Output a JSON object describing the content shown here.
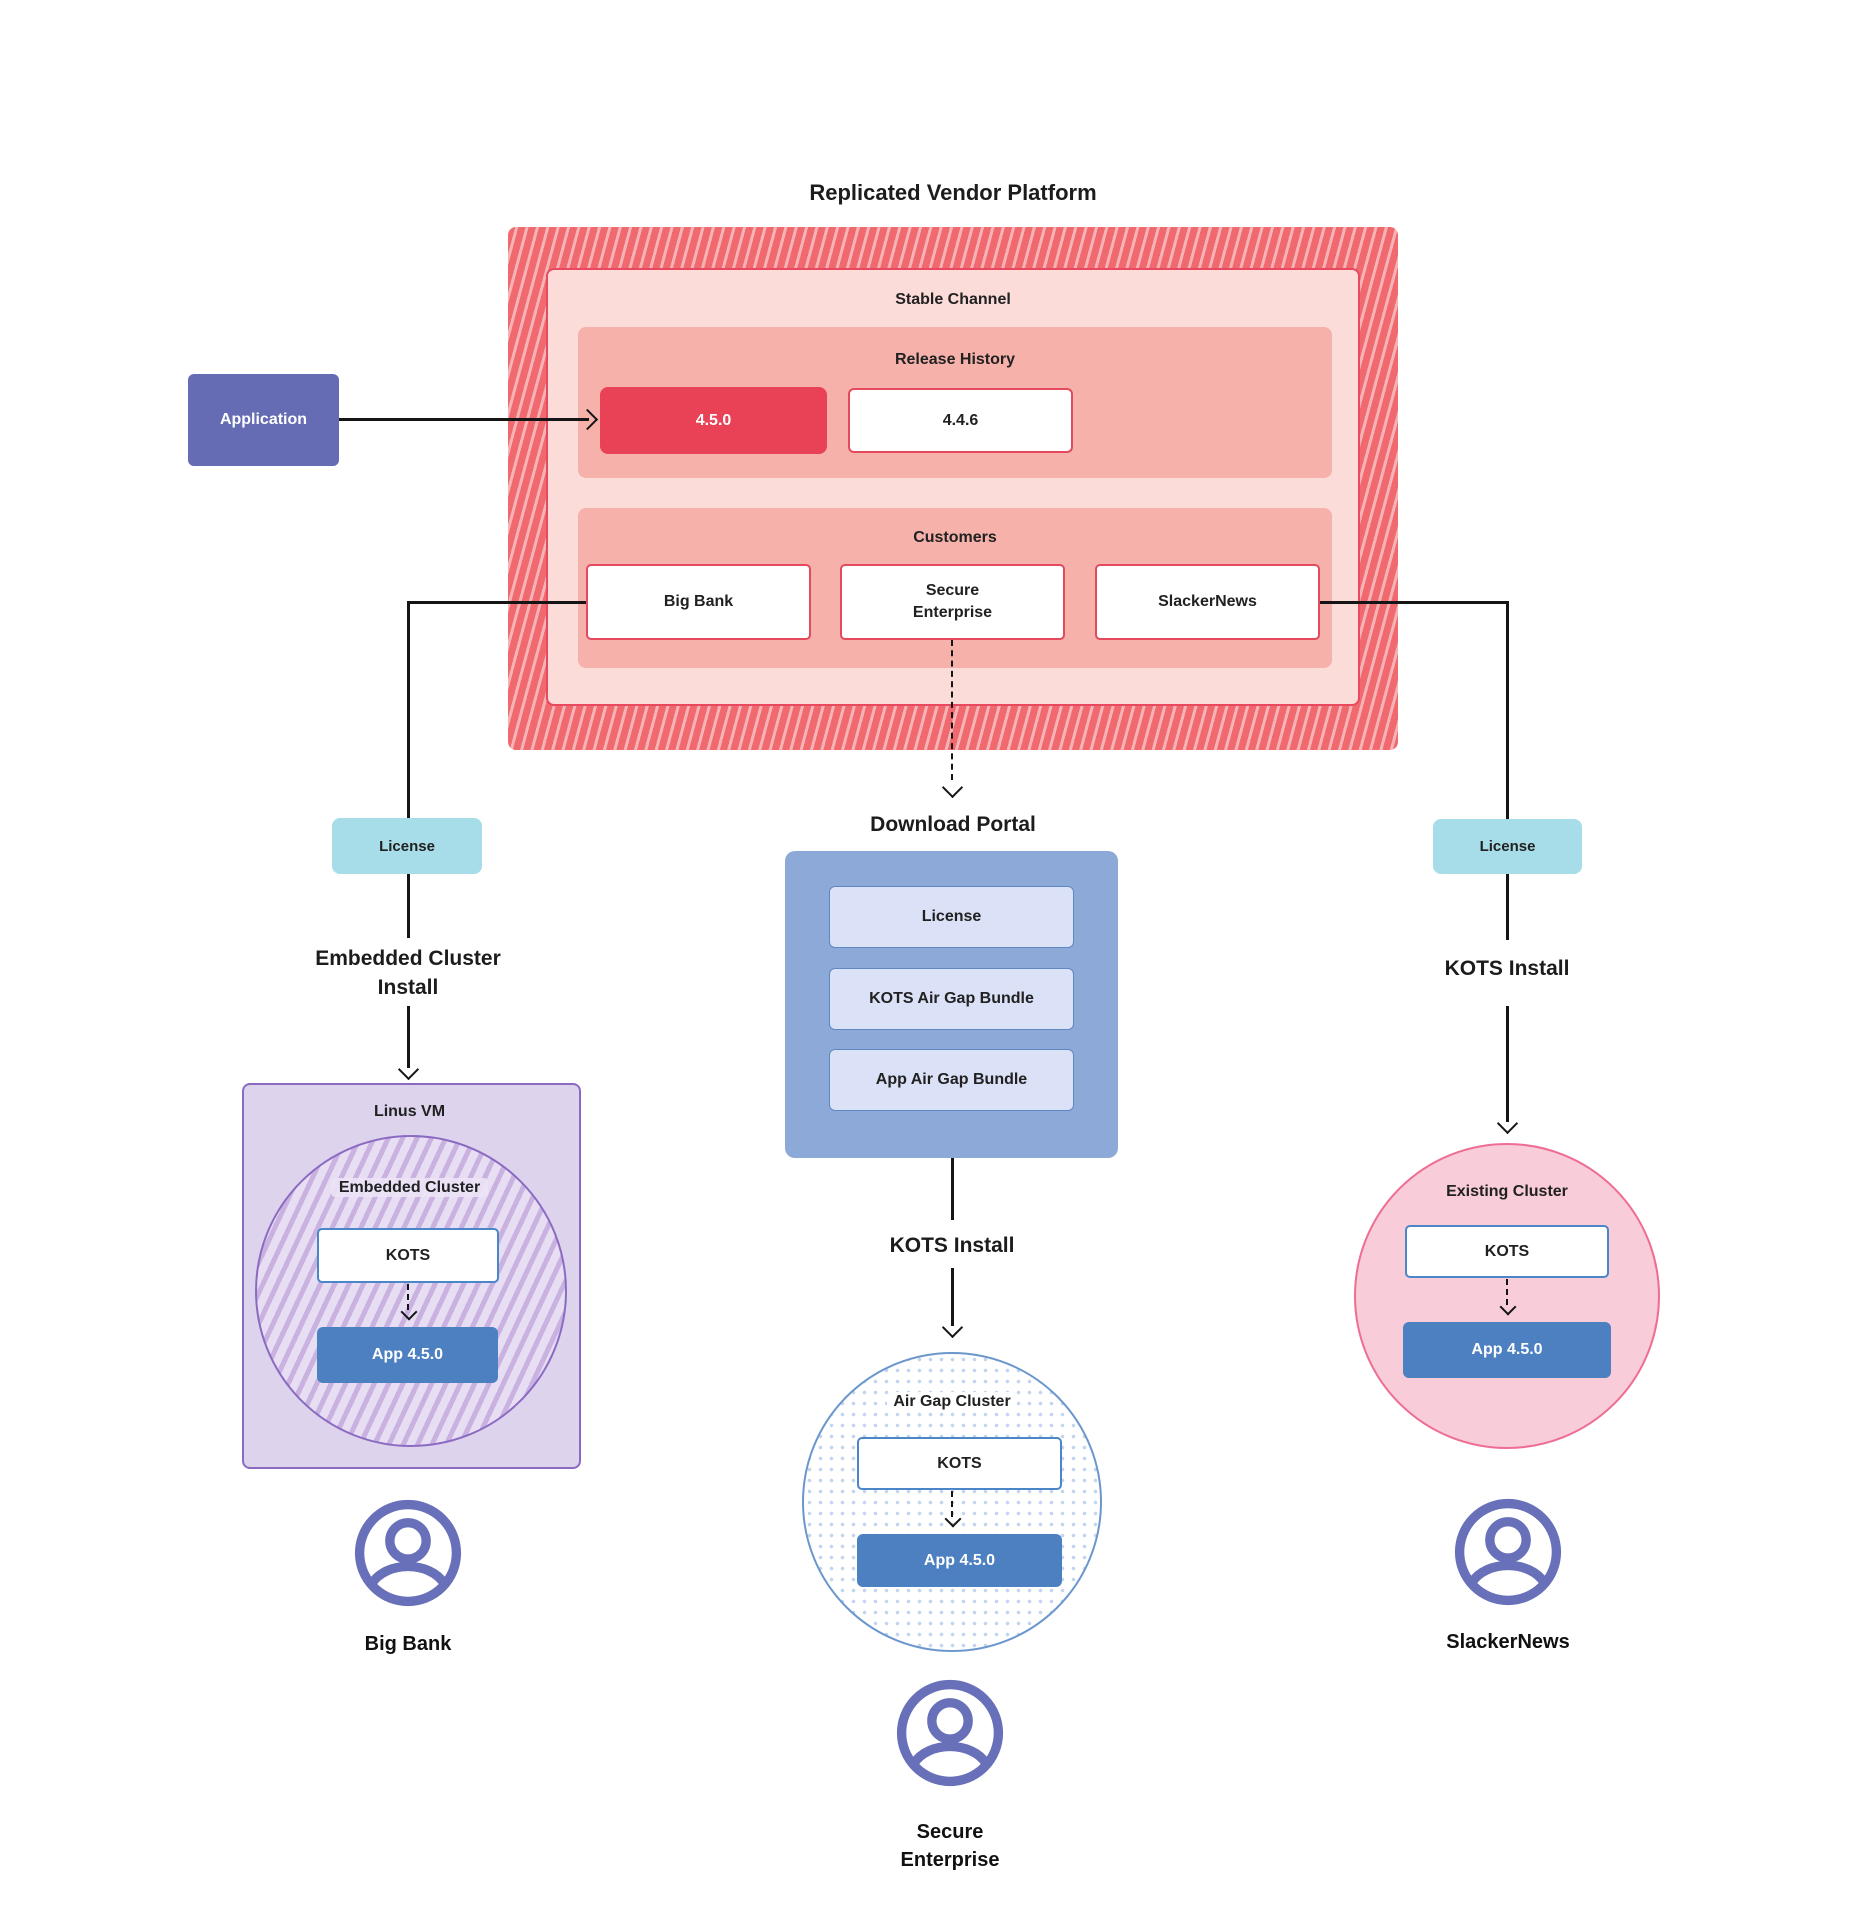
{
  "title": "Replicated Vendor Platform",
  "platform": {
    "stable_channel": "Stable Channel",
    "release_history": {
      "label": "Release History",
      "releases": [
        {
          "version": "4.5.0",
          "highlight": true
        },
        {
          "version": "4.4.6",
          "highlight": false
        }
      ]
    },
    "customers": {
      "label": "Customers",
      "items": [
        {
          "name": "Big Bank"
        },
        {
          "name": "Secure Enterprise"
        },
        {
          "name": "SlackerNews"
        }
      ]
    }
  },
  "application": {
    "label": "Application"
  },
  "download_portal": {
    "title": "Download Portal",
    "items": [
      {
        "label": "License"
      },
      {
        "label": "KOTS Air Gap Bundle"
      },
      {
        "label": "App Air Gap Bundle"
      }
    ]
  },
  "flows": {
    "left": {
      "license": "License",
      "install": "Embedded Cluster Install",
      "container": "Linus VM",
      "cluster": "Embedded Cluster",
      "kots": "KOTS",
      "app": "App 4.5.0",
      "user": "Big Bank"
    },
    "middle": {
      "install": "KOTS Install",
      "cluster": "Air Gap Cluster",
      "kots": "KOTS",
      "app": "App 4.5.0",
      "user": "Secure Enterprise"
    },
    "right": {
      "license": "License",
      "install": "KOTS Install",
      "cluster": "Existing Cluster",
      "kots": "KOTS",
      "app": "App 4.5.0",
      "user": "SlackerNews"
    }
  },
  "colors": {
    "hatch_red_dark": "#f0696f",
    "hatch_red_light": "#f6b3b6",
    "stable_bg": "#fbdcd8",
    "stable_border": "#e8495f",
    "section_bg": "#f6b1aa",
    "release_highlight_bg": "#e94256",
    "white_box_border": "#e4495e",
    "application_bg": "#666cb3",
    "license_bg": "#a7dde8",
    "portal_bg": "#8ca9d8",
    "portal_item_bg": "#dbe1f7",
    "portal_item_border": "#5f87c2",
    "kots_border": "#4a86c8",
    "app_bg": "#4d80c0",
    "purple_bg": "#ddd3ed",
    "purple_border": "#8b6bc1",
    "purple_stripe": "#c9b2e0",
    "pink_bg": "#f8ccd9",
    "pink_border": "#ee6d92",
    "airgap_border": "#6b97cc",
    "airgap_dot": "#c3d5ef",
    "person_icon": "#6770b8",
    "line": "#151515"
  }
}
